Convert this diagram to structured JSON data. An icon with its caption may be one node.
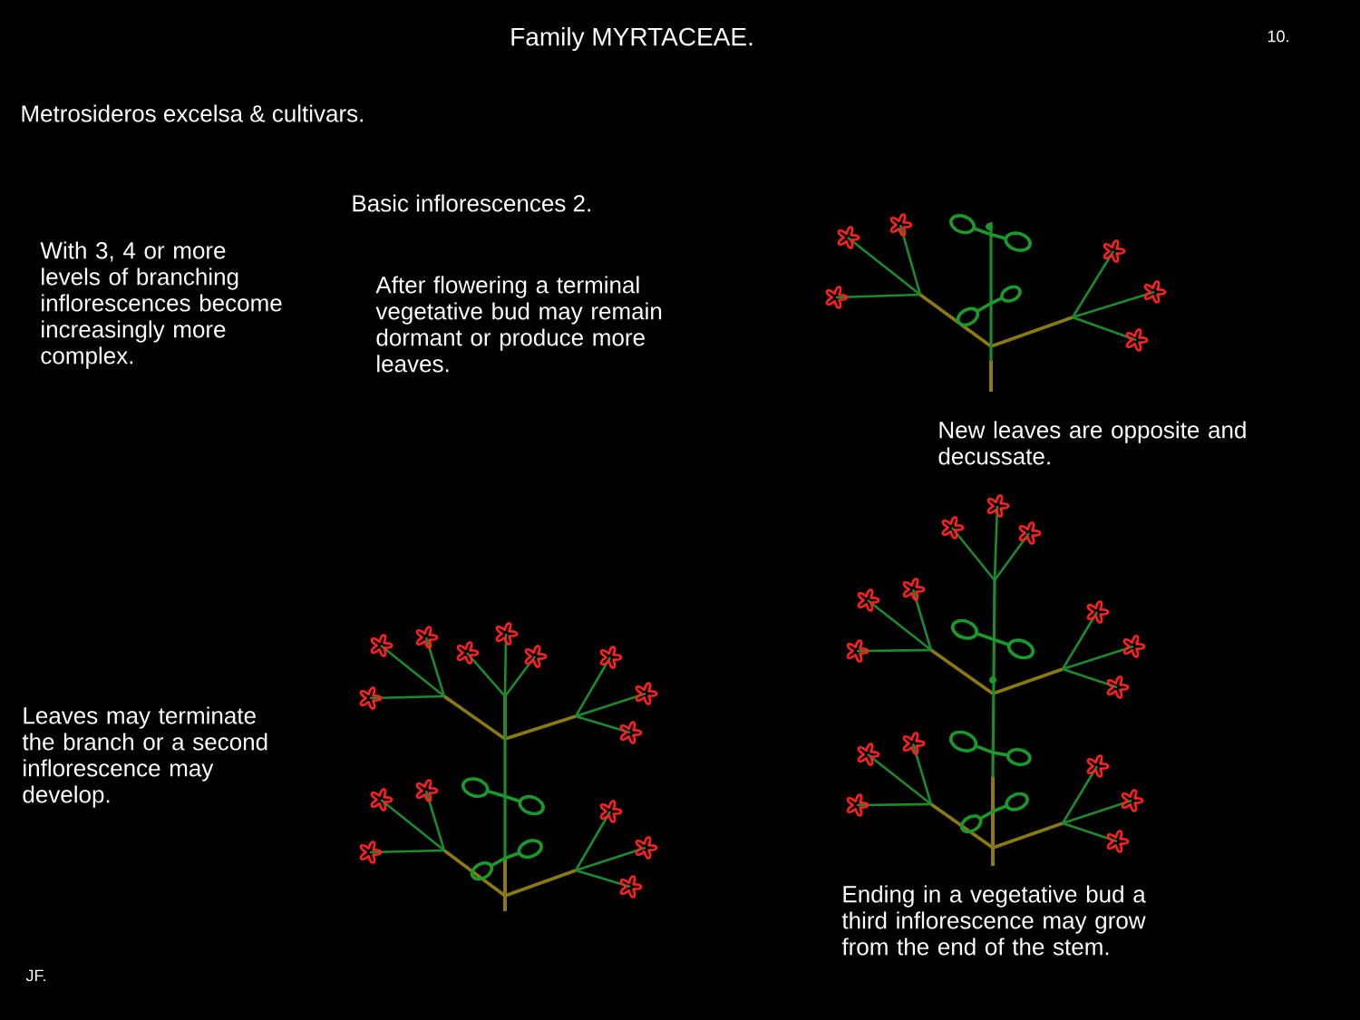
{
  "diagram": {
    "title": "Family MYRTACEAE.",
    "labels": [
      "10.",
      "Metrosideros excelsa & cultivars.",
      "Basic inflorescences 2.",
      "With 3, 4 or more levels of branching inflorescences become increasingly more complex.",
      "After flowering a terminal vegetative bud may remain dormant or produce more leaves.",
      "New leaves are opposite and decussate.",
      "Leaves may terminate the branch or a second inflorescence may develop.",
      "Ending in a vegetative bud a third inflorescence may grow from the end of the stem.",
      "JF."
    ]
  }
}
